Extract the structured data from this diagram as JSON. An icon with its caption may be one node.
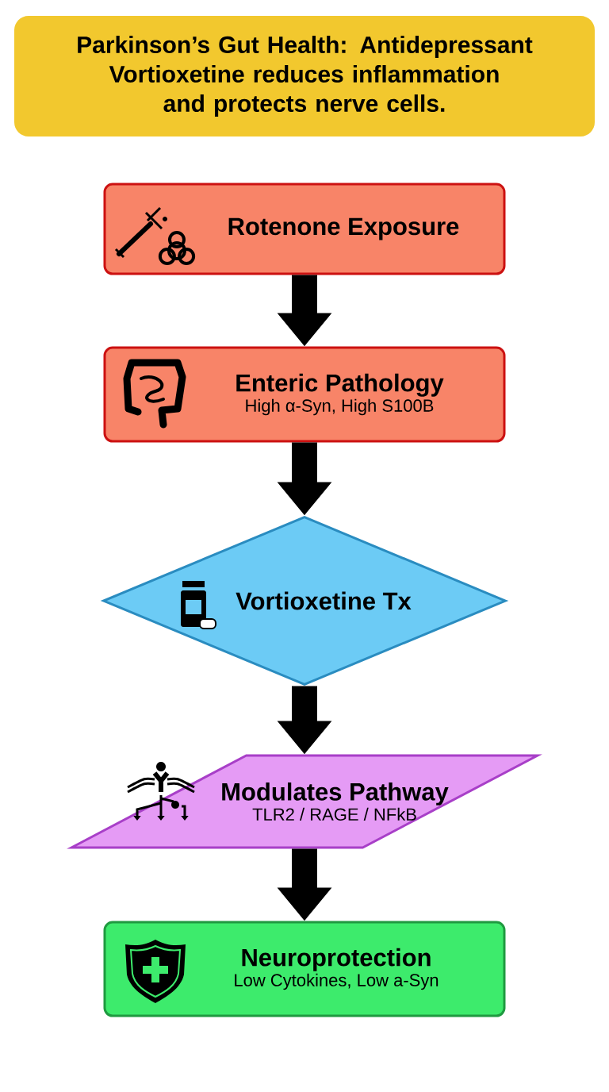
{
  "diagram": {
    "title": "Parkinson’s Gut Health: Antidepressant Vortioxetine reduces inflammation and protects nerve cells.",
    "nodes": [
      {
        "text": [
          "Rotenone Exposure"
        ]
      },
      {
        "text": [
          "Enteric Pathology",
          "High α-Syn, High S100B"
        ]
      },
      {
        "text": [
          "Vortioxetine Tx"
        ]
      },
      {
        "text": [
          "Modulates Pathway",
          "TLR2 / RAGE / NFkB"
        ]
      },
      {
        "text": [
          "Neuroprotection",
          "Low Cytokines, Low a-Syn"
        ]
      }
    ],
    "edges": [
      {
        "from": 0,
        "to": 1,
        "arrow": "to"
      },
      {
        "from": 1,
        "to": 2,
        "arrow": "to"
      },
      {
        "from": 2,
        "to": 3,
        "arrow": "to"
      },
      {
        "from": 3,
        "to": 4,
        "arrow": "to"
      }
    ]
  }
}
